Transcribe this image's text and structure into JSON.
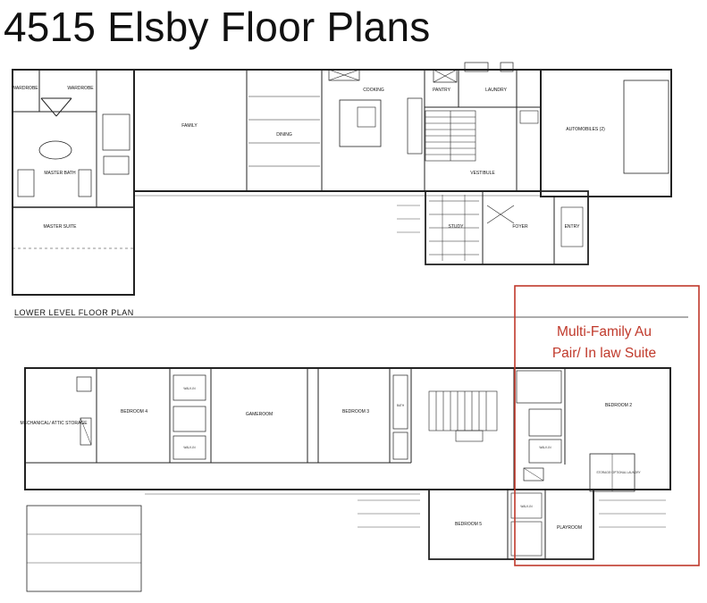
{
  "title": "4515 Elsby Floor Plans",
  "lower_level_heading": "LOWER LEVEL FLOOR PLAN",
  "callout": {
    "line1": "Multi-Family Au",
    "line2": "Pair/ In law Suite",
    "color": "#c0392b"
  },
  "main_level_rooms": {
    "master_bath": "MASTER BATH",
    "master_suite": "MASTER SUITE",
    "family": "FAMILY",
    "dining": "DINING",
    "cooking": "COOKING",
    "pantry": "PANTRY",
    "laundry": "LAUNDRY",
    "vestibule": "VESTIBULE",
    "automobiles": "AUTOMOBILES (2)",
    "study": "STUDY",
    "foyer": "FOYER",
    "entry": "ENTRY",
    "wardrobe_left": "WARDROBE",
    "wardrobe_right": "WARDROBE"
  },
  "lower_level_rooms": {
    "mechanical": "MECHANICAL/ ATTIC STORAGE",
    "bedroom4": "BEDROOM 4",
    "gameroom": "GAMEROOM",
    "bedroom3": "BEDROOM 3",
    "bedroom2": "BEDROOM 2",
    "bedroom5": "BEDROOM 5",
    "playroom": "PLAYROOM",
    "storage": "STORAGE/ OPTIONAL LAUNDRY",
    "walkin_a": "WALK-IN",
    "walkin_b": "WALK-IN",
    "walkin_c": "WALK-IN",
    "walkin_d": "WALK-IN",
    "bath": "BATH"
  }
}
